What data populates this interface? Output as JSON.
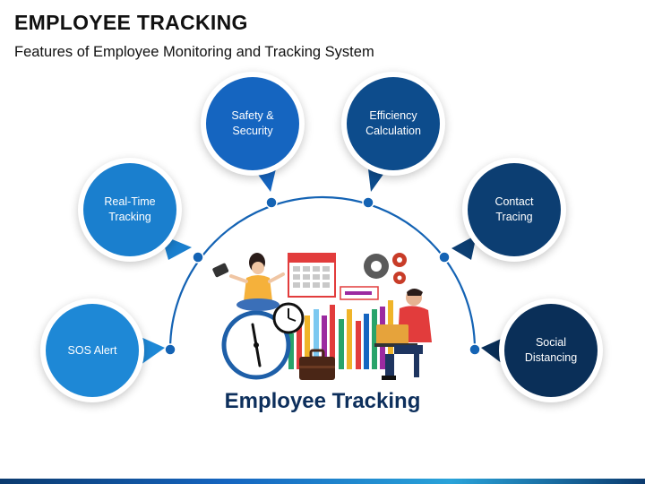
{
  "header": {
    "title": "EMPLOYEE TRACKING",
    "subtitle": "Features of Employee Monitoring and Tracking System"
  },
  "center_label": "Employee Tracking",
  "features": [
    {
      "label": "SOS Alert",
      "color": "#1e88d6"
    },
    {
      "label": "Real-Time\nTracking",
      "color": "#1a7fce"
    },
    {
      "label": "Safety &\nSecurity",
      "color": "#1565c0"
    },
    {
      "label": "Efficiency\nCalculation",
      "color": "#0d4c8c"
    },
    {
      "label": "Contact\nTracing",
      "color": "#0c3e72"
    },
    {
      "label": "Social\nDistancing",
      "color": "#0a2f58"
    }
  ],
  "colors": {
    "arc": "#1463b4",
    "title": "#111111",
    "center_label": "#0d2f5c"
  }
}
